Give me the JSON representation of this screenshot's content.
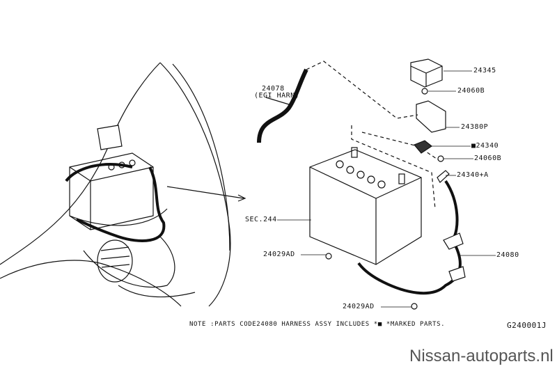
{
  "diagram_code": "G240001J",
  "note": "NOTE :PARTS CODE24080 HARNESS ASSY INCLUDES *■ *MARKED PARTS.",
  "watermark": "Nissan-autoparts.nl",
  "labels": {
    "egi_harness_num": "24078",
    "egi_harness_name": "(EGI HARN)",
    "p24345": "24345",
    "p24060b_top": "24060B",
    "p24380p": "24380P",
    "p24340": "■24340",
    "p24060b_bottom": "24060B",
    "p24340a": "24340+A",
    "sec244": "SEC.244",
    "p24080": "24080",
    "p24029ad_left": "24029AD",
    "p24029ad_bottom": "24029AD"
  }
}
